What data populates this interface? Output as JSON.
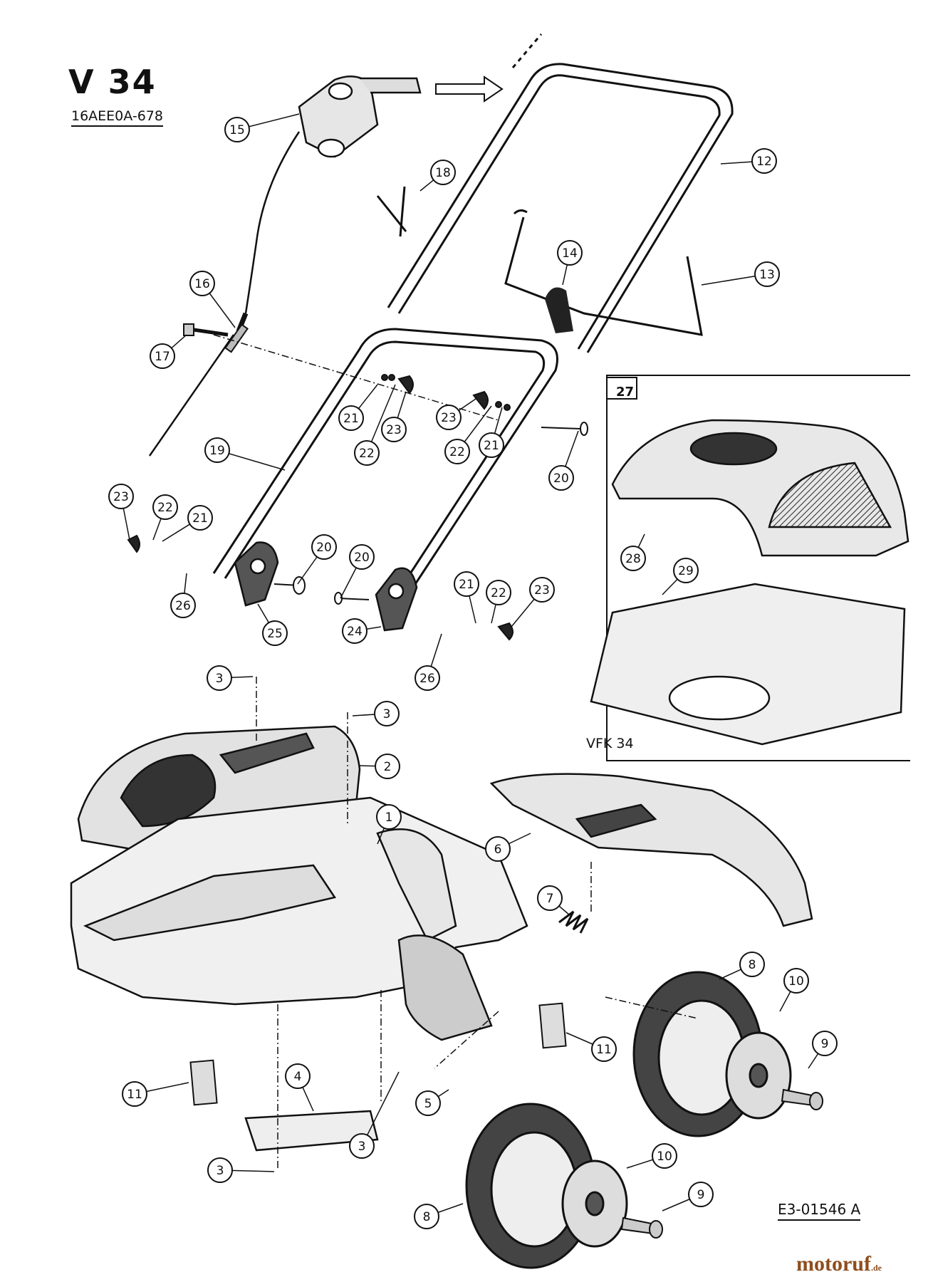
{
  "header": {
    "title": "V 34",
    "subtitle": "16AEE0A-678"
  },
  "inset": {
    "label": "27",
    "caption": "VFK 34"
  },
  "footer": {
    "drawing_code": "E3-01546 A",
    "logo_text": "motoruf",
    "logo_suffix": ".de"
  },
  "callouts": [
    {
      "n": "15"
    },
    {
      "n": "18"
    },
    {
      "n": "12"
    },
    {
      "n": "14"
    },
    {
      "n": "13"
    },
    {
      "n": "16"
    },
    {
      "n": "17"
    },
    {
      "n": "21"
    },
    {
      "n": "22"
    },
    {
      "n": "23"
    },
    {
      "n": "23"
    },
    {
      "n": "22"
    },
    {
      "n": "21"
    },
    {
      "n": "19"
    },
    {
      "n": "20"
    },
    {
      "n": "23"
    },
    {
      "n": "22"
    },
    {
      "n": "21"
    },
    {
      "n": "20"
    },
    {
      "n": "20"
    },
    {
      "n": "26"
    },
    {
      "n": "25"
    },
    {
      "n": "21"
    },
    {
      "n": "22"
    },
    {
      "n": "23"
    },
    {
      "n": "24"
    },
    {
      "n": "26"
    },
    {
      "n": "28"
    },
    {
      "n": "29"
    },
    {
      "n": "3"
    },
    {
      "n": "3"
    },
    {
      "n": "2"
    },
    {
      "n": "1"
    },
    {
      "n": "6"
    },
    {
      "n": "7"
    },
    {
      "n": "8"
    },
    {
      "n": "10"
    },
    {
      "n": "9"
    },
    {
      "n": "11"
    },
    {
      "n": "11"
    },
    {
      "n": "4"
    },
    {
      "n": "3"
    },
    {
      "n": "5"
    },
    {
      "n": "3"
    },
    {
      "n": "8"
    },
    {
      "n": "10"
    },
    {
      "n": "9"
    }
  ]
}
